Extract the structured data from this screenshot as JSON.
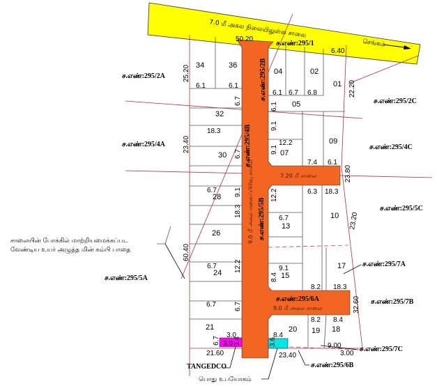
{
  "colors": {
    "existing_road": "#ffff00",
    "layout_road": "#f26522",
    "tangedco": "#ff00ff",
    "public_use": "#00e5e5",
    "boundary": "#b03040"
  },
  "road": {
    "existing": "7.0 மீ அகல நிலையிலுள்ள சாலை",
    "direction": "செங்கம்",
    "main_vertical": "9.0 மீ அகல மனைப்பிரிவு சாலை",
    "branch_720": "7.20 மீ சாலை",
    "branch_90": "9.0 மீ அகல சாலை"
  },
  "survey": {
    "s1": "ச.எண்:295/1",
    "s2a": "ச.எண்:295/2A",
    "s2b": "ச.எண்:295/2B",
    "s2c": "ச.எண்:295/2C",
    "s4a": "ச.எண்:295/4A",
    "s4b": "ச.எண்:295/4B",
    "s4c": "ச.எண்:295/4C",
    "s5a": "ச.எண்:295/5A",
    "s5b": "ச.எண்:295/5B",
    "s5c": "ச.எண்:295/5C",
    "s6a": "ச.எண்:295/6A",
    "s6b": "ச.எண்:295/6B",
    "s7a": "ச.எண்:295/7A",
    "s7b": "ச.எண்:295/7B",
    "s7c": "ச.எண்:295/7C"
  },
  "plots": [
    "34",
    "36",
    "04",
    "02",
    "01",
    "05",
    "32",
    "30",
    "07",
    "09",
    "28",
    "10",
    "13",
    "26",
    "24",
    "15",
    "17",
    "18",
    "19",
    "20",
    "21"
  ],
  "dims": [
    "50.20",
    "6.40",
    "25.20",
    "22.20",
    "23.40",
    "23.80",
    "23.20",
    "60.40",
    "32.60",
    "21.60",
    "23.40",
    "9.00",
    "3.00",
    "6.1",
    "6.1",
    "6.1",
    "6.7",
    "6.8",
    "6.7",
    "6.1",
    "18.3",
    "9.1",
    "12.2",
    "9.1",
    "7.4",
    "6.1",
    "6.7",
    "6.3",
    "18.3",
    "6.7",
    "9.1",
    "12.2",
    "6.7",
    "18.3",
    "6.7",
    "12.2",
    "9.1",
    "8.4",
    "8.2",
    "18.3",
    "6.7",
    "6.7",
    "8.2",
    "8.4",
    "3.0",
    "6.7",
    "8.4",
    "3.0",
    "3.4",
    "3.6"
  ],
  "notes": {
    "power_line_1": "சாலையின் போக்கில் மாற்றியமைக்கப்பட",
    "power_line_2": "வேண்டிய உயர் அழுத்த மின் கம்பி பாதை",
    "tangedco": "TANGEDCO",
    "public_use": "பொது உபயோகம்"
  }
}
